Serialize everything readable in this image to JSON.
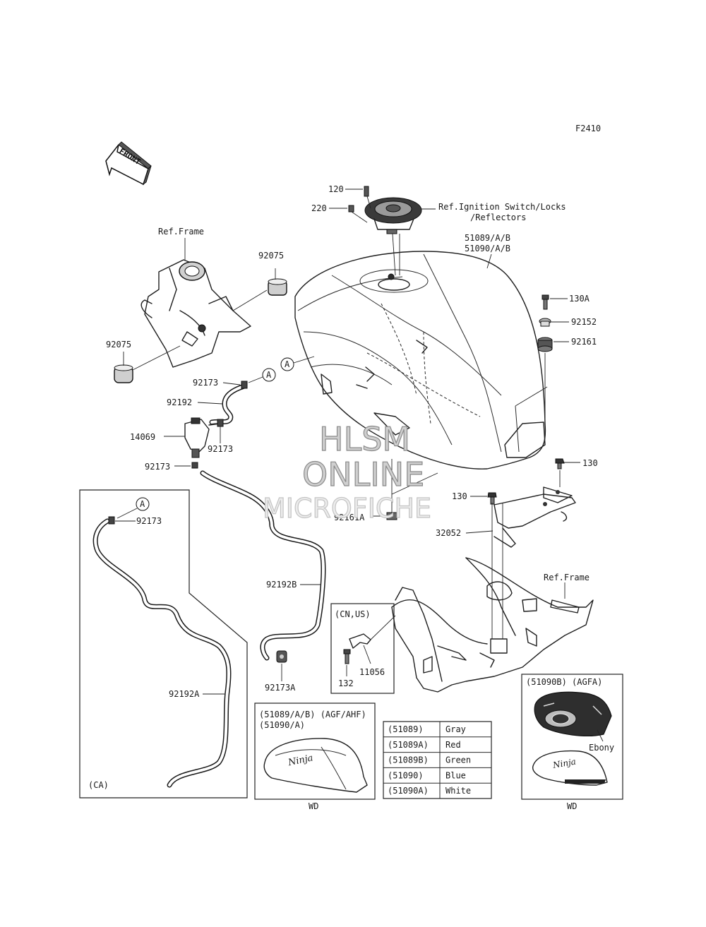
{
  "diagram_code": "F2410",
  "front_label": "FRONT",
  "watermark": [
    "HLSM",
    "ONLINE",
    "MICROFICHE"
  ],
  "callouts": {
    "c120": "120",
    "c220": "220",
    "ref_ignition_line1": "Ref.Ignition Switch/Locks",
    "ref_ignition_line2": "/Reflectors",
    "tank_line1": "51089/A/B",
    "tank_line2": "51090/A/B",
    "ref_frame_top": "Ref.Frame",
    "c92075_top": "92075",
    "c92075_left": "92075",
    "c130A": "130A",
    "c92152": "92152",
    "c92161": "92161",
    "c92173_a": "92173",
    "c92192": "92192",
    "c14069": "14069",
    "c92173_b": "92173",
    "c92173_c": "92173",
    "c130": "130",
    "c130_b": "130",
    "c92161A": "92161A",
    "c32052": "32052",
    "ref_frame_bottom": "Ref.Frame",
    "c92192B": "92192B",
    "c92173A": "92173A",
    "c132": "132",
    "c11056": "11056",
    "ca_92173": "92173",
    "ca_92192A": "92192A",
    "marker_a": "A"
  },
  "boxes": {
    "ca": {
      "label": "(CA)"
    },
    "cnus": {
      "label": "(CN,US)"
    },
    "agf": {
      "line1": "(51089/A/B) (AGF/AHF)",
      "line2": "(51090/A)",
      "footer": "WD"
    },
    "agfa": {
      "line1": "(51090B)    (AGFA)",
      "color_label": "Ebony",
      "footer": "WD"
    }
  },
  "color_table": [
    {
      "code": "(51089)",
      "color": "Gray"
    },
    {
      "code": "(51089A)",
      "color": "Red"
    },
    {
      "code": "(51089B)",
      "color": "Green"
    },
    {
      "code": "(51090)",
      "color": "Blue"
    },
    {
      "code": "(51090A)",
      "color": "White"
    }
  ]
}
